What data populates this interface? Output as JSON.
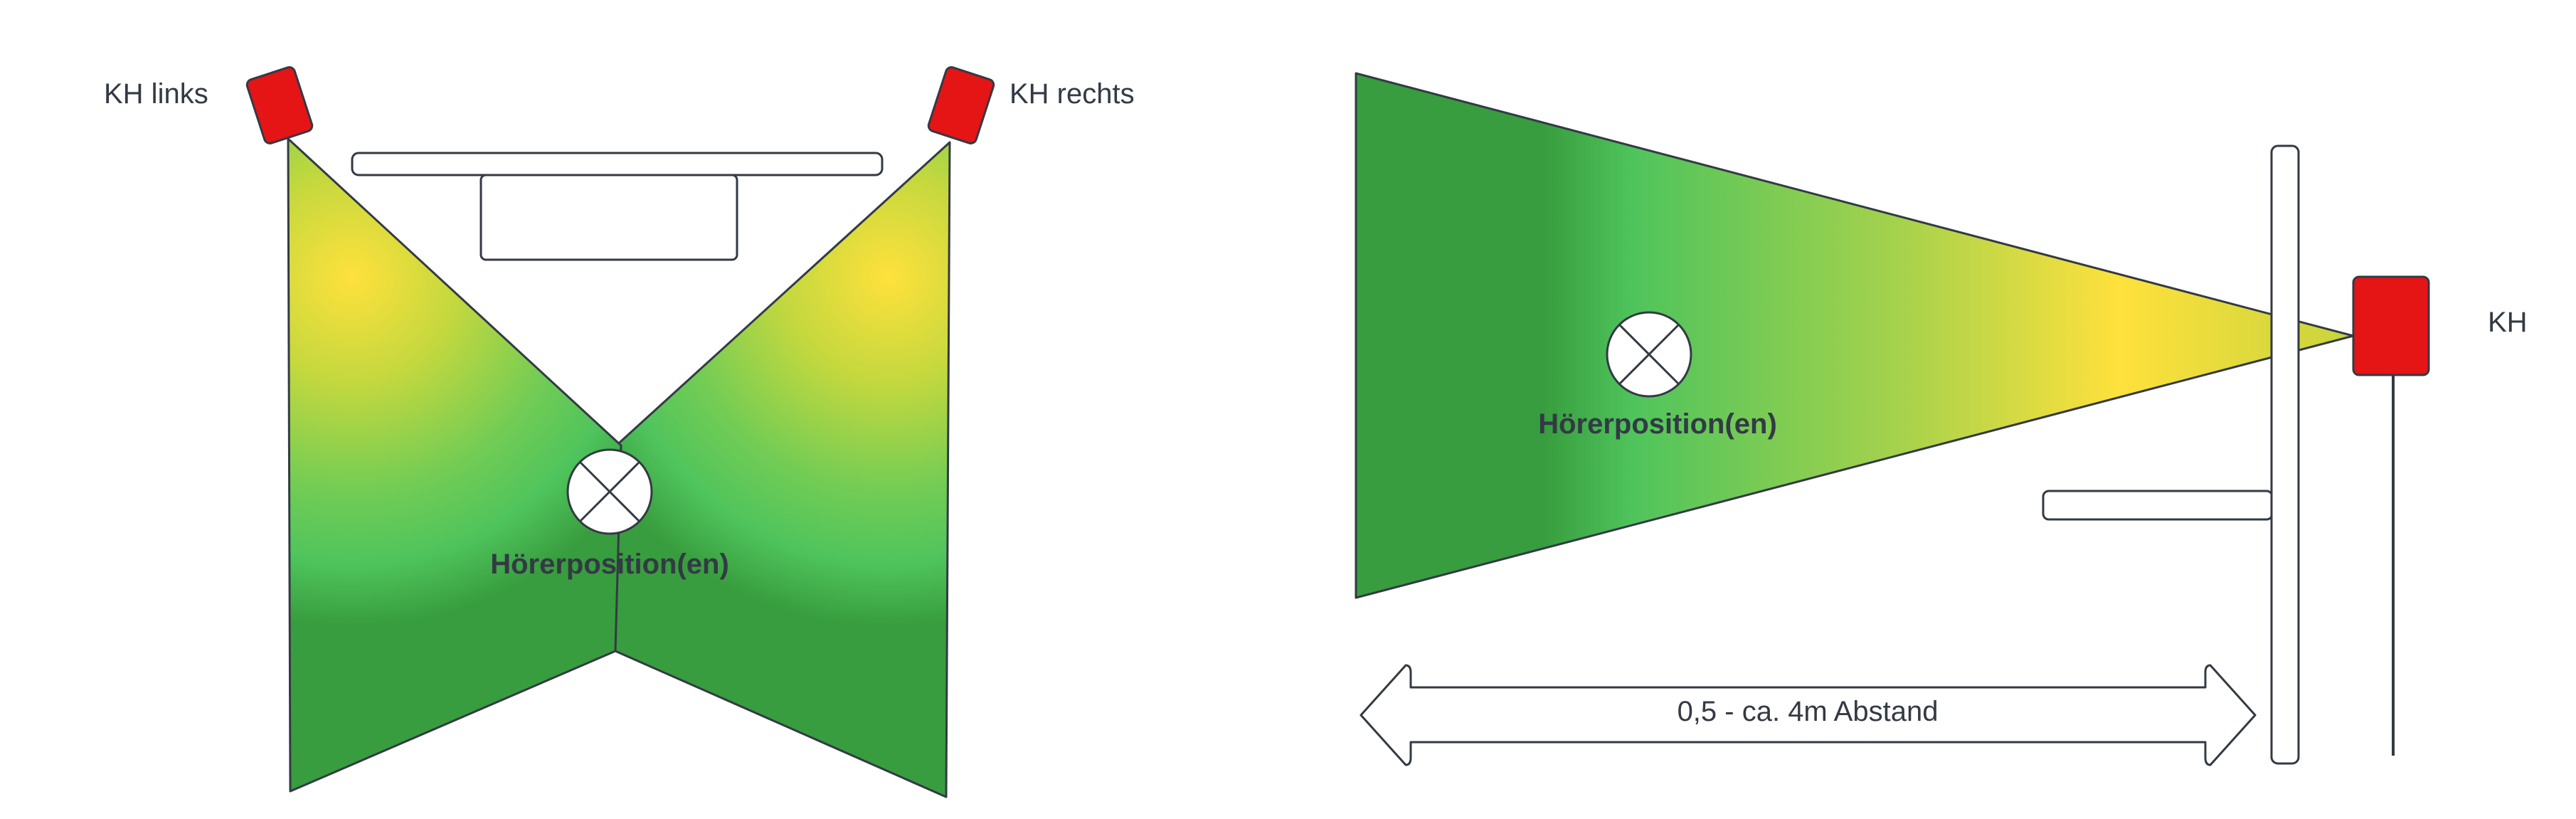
{
  "speaker_left_label": "KH links",
  "speaker_right_label": "KH rechts",
  "listener_label_left": "Hörerposition(en)",
  "listener_label_right": "Hörerposition(en)",
  "speaker_side_label": "KH",
  "distance_label": "0,5 - ca. 4m Abstand",
  "colors": {
    "speaker": "#e51415",
    "outline": "#333a44",
    "field_dark": "#389d3e",
    "field_mid": "#4fc45c",
    "field_bright": "#ffe13c"
  }
}
